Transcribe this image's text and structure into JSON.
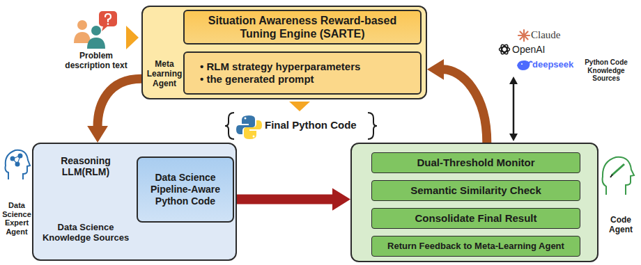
{
  "diagram": {
    "nodes": [
      {
        "text": [
          "Meta Learning Agent"
        ]
      },
      {
        "text": [
          "Situation Awareness Reward-based Tuning Engine (SARTE)"
        ],
        "in": 0
      },
      {
        "text": [
          "• RLM strategy hyperparameters",
          "• the generated prompt"
        ],
        "in": 0
      },
      {
        "text": [
          "Data Science Expert Agent",
          "Reasoning LLM(RLM)",
          "Data Science Knowledge Sources"
        ]
      },
      {
        "text": [
          "Data Science Pipeline-Aware Python Code"
        ],
        "in": 3
      },
      {
        "text": [
          "Code Agent"
        ]
      },
      {
        "text": [
          "Dual-Threshold Monitor"
        ],
        "in": 5
      },
      {
        "text": [
          "Semantic Similarity Check"
        ],
        "in": 5
      },
      {
        "text": [
          "Consolidate Final Result"
        ],
        "in": 5
      },
      {
        "text": [
          "Return Feedback to Meta-Learning Agent"
        ],
        "in": 5
      }
    ],
    "edges": [
      {
        "from": 1,
        "to": 2,
        "arrow": "to"
      },
      {
        "from": 0,
        "to": 3,
        "arrow": "to"
      },
      {
        "from": 3,
        "to": 5,
        "arrow": "to"
      },
      {
        "from": 5,
        "to": 0,
        "arrow": "to"
      }
    ],
    "labels": [
      "Problem description text",
      "Final Python Code",
      "Claude",
      "OpenAI",
      "deepseek",
      "Python Code Knowledge Sources"
    ]
  }
}
